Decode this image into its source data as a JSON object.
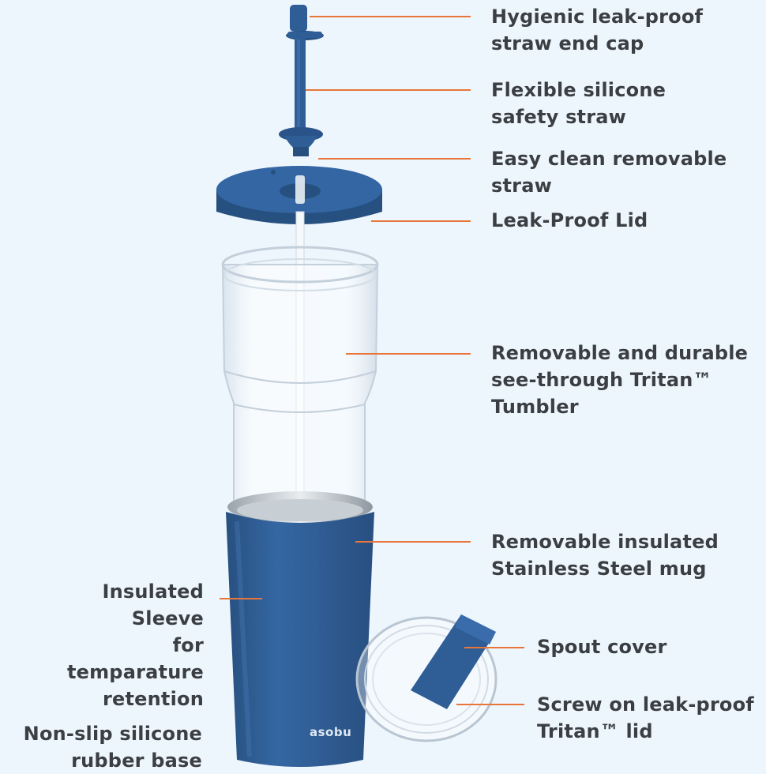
{
  "colors": {
    "background": "#eef6fd",
    "accent_line": "#e8763a",
    "product_blue": "#2e5b94",
    "text": "#3b3f44"
  },
  "brand_logo": "asobu",
  "labels": {
    "straw_cap": "Hygienic leak-proof\nstraw end cap",
    "straw": "Flexible silicone\nsafety straw",
    "removable_straw": "Easy clean removable\nstraw",
    "lid": "Leak-Proof Lid",
    "tumbler": "Removable and durable\nsee-through Tritan™\nTumbler",
    "mug": "Removable insulated\nStainless Steel mug",
    "sleeve": "Insulated Sleeve\nfor temparature\nretention",
    "spout_cover": "Spout cover",
    "screw_lid": "Screw on leak-proof\nTritan™ lid",
    "base": "Non-slip silicone\nrubber base"
  }
}
